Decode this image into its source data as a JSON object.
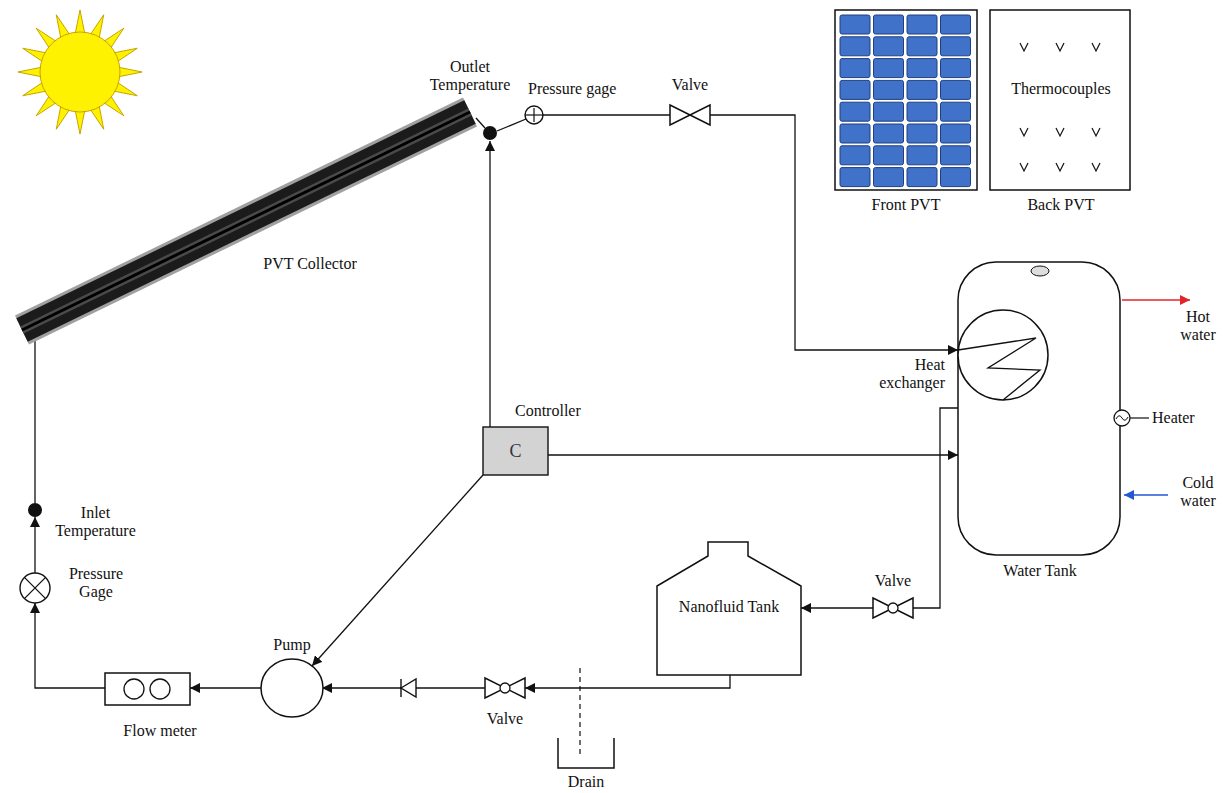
{
  "diagram": {
    "nodes": [
      {
        "text": [
          "PVT Collector"
        ]
      },
      {
        "text": [
          "Outlet Temperature"
        ]
      },
      {
        "text": [
          "Pressure gage"
        ]
      },
      {
        "text": [
          "Valve"
        ]
      },
      {
        "text": [
          "Front PVT"
        ]
      },
      {
        "text": [
          "Thermocouples",
          "Back PVT"
        ]
      },
      {
        "text": [
          "Water Tank"
        ]
      },
      {
        "text": [
          "Heat exchanger"
        ],
        "in": 6
      },
      {
        "text": [
          "Controller",
          "C"
        ]
      },
      {
        "text": [
          "Inlet Temperature"
        ]
      },
      {
        "text": [
          "Pressure Gage"
        ]
      },
      {
        "text": [
          "Pump"
        ]
      },
      {
        "text": [
          "Nanofluid Tank"
        ]
      },
      {
        "text": [
          "Valve"
        ]
      },
      {
        "text": [
          "Flow meter"
        ]
      },
      {
        "text": [
          "Valve"
        ]
      },
      {
        "text": [
          "Drain"
        ]
      }
    ],
    "edges": [
      {
        "from": 0,
        "to": 1,
        "arrow": "none"
      },
      {
        "from": 1,
        "to": 2,
        "arrow": "none"
      },
      {
        "from": 2,
        "to": 3,
        "arrow": "none"
      },
      {
        "from": 3,
        "to": 7,
        "arrow": "to"
      },
      {
        "from": 7,
        "to": 13,
        "arrow": "none"
      },
      {
        "from": 13,
        "to": 12,
        "arrow": "to"
      },
      {
        "from": 12,
        "to": 15,
        "arrow": "to"
      },
      {
        "from": 15,
        "to": 11,
        "arrow": "to"
      },
      {
        "from": 11,
        "to": 14,
        "arrow": "to"
      },
      {
        "from": 14,
        "to": 10,
        "arrow": "to"
      },
      {
        "from": 10,
        "to": 9,
        "arrow": "to"
      },
      {
        "from": 9,
        "to": 0,
        "arrow": "none"
      },
      {
        "from": 8,
        "to": 1,
        "arrow": "to"
      },
      {
        "from": 8,
        "to": 6,
        "arrow": "to"
      },
      {
        "from": 8,
        "to": 11,
        "arrow": "to"
      }
    ],
    "labels": [
      "Hot water",
      "Heater",
      "Cold water"
    ]
  }
}
